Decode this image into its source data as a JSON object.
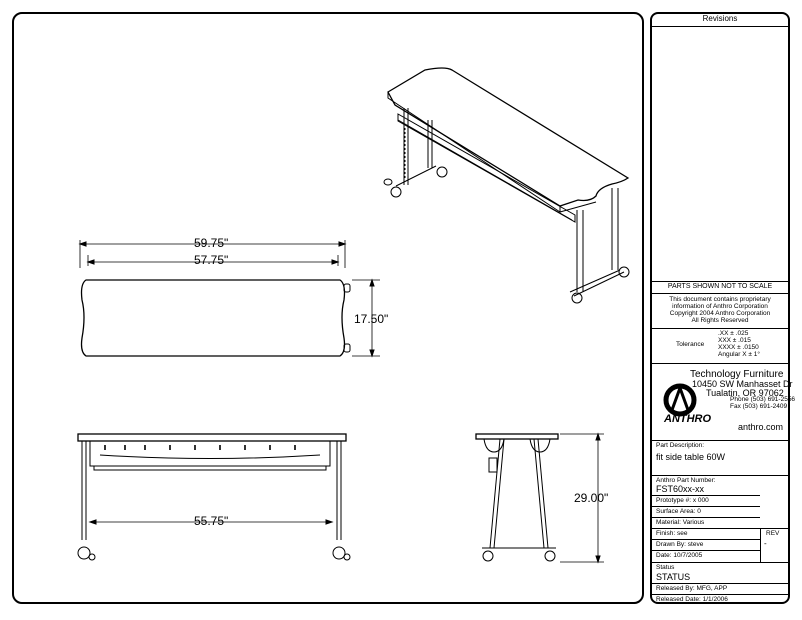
{
  "dimensions": {
    "top_overall": "59.75\"",
    "top_inner": "57.75\"",
    "depth": "17.50\"",
    "leg_span": "55.75\"",
    "height": "29.00\""
  },
  "titleblock": {
    "revisions_title": "Revisions",
    "parts_note": "PARTS SHOWN NOT TO SCALE",
    "proprietary": [
      "This document contains proprietary",
      "information of Anthro Corporation",
      "Copyright 2004 Anthro Corporation",
      "All Rights Reserved"
    ],
    "tolerance_label": "Tolerance",
    "tolerances": [
      ".XX ± .025",
      "XXX ± .015",
      "XXXX ± .0150",
      "Angular X ± 1°"
    ],
    "company_tagline": "Technology Furniture",
    "address_1": "10450 SW Manhasset Dr",
    "address_2": "Tualatin, OR 97062",
    "phone": "Phone (503) 691-2556",
    "fax": "Fax (503) 691-2409",
    "logo_text": "ANTHRO",
    "website": "anthro.com",
    "part_description_label": "Part Description:",
    "part_description": "fit side table 60W",
    "part_number_label": "Anthro Part Number:",
    "part_number": "FST60xx-xx",
    "prototype": "Prototype #: x 000",
    "surface_area": "Surface Area: 0",
    "material": "Material: Various",
    "finish": "Finish: see",
    "rev_label": "REV",
    "rev_value": "-",
    "drawn_by": "Drawn By:  steve",
    "date": "Date: 10/7/2005",
    "status_label": "Status",
    "status_value": "STATUS",
    "released_by": "Released By:  MFG, APP",
    "released_date": "Released Date: 1/1/2006"
  }
}
